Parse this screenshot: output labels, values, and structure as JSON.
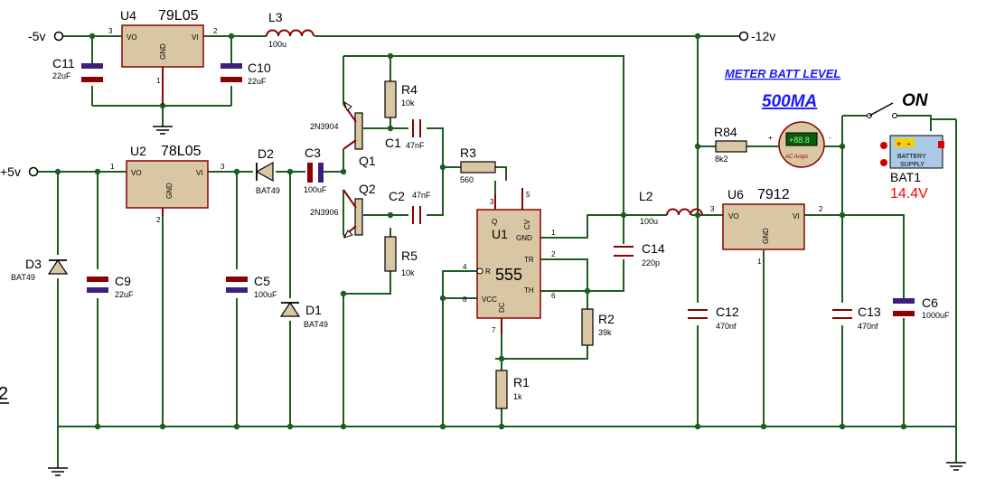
{
  "power": {
    "neg5": "-5v",
    "neg12": "-12v",
    "pos5": "+5v"
  },
  "regulators": {
    "u4": {
      "ref": "U4",
      "value": "79L05",
      "vo": "VO",
      "vi": "VI",
      "gnd": "GND",
      "pin_vo": "3",
      "pin_vi": "2",
      "pin_gnd": "1"
    },
    "u2": {
      "ref": "U2",
      "value": "78L05",
      "vo": "VO",
      "vi": "VI",
      "gnd": "GND",
      "pin_vo": "1",
      "pin_vi": "3",
      "pin_gnd": "2"
    },
    "u6": {
      "ref": "U6",
      "value": "7912",
      "vo": "VO",
      "vi": "VI",
      "gnd": "GND",
      "pin_vo": "3",
      "pin_vi": "2",
      "pin_gnd": "1"
    }
  },
  "timer": {
    "ref": "U1",
    "value": "555",
    "q": "Q",
    "cv": "CV",
    "gnd": "GND",
    "tr": "TR",
    "th": "TH",
    "r": "R",
    "vcc": "VCC",
    "dc": "DC",
    "pin_q": "3",
    "pin_cv": "5",
    "pin_gnd": "1",
    "pin_tr": "2",
    "pin_th": "6",
    "pin_r": "4",
    "pin_vcc": "8",
    "pin_dc": "7"
  },
  "inductors": {
    "l3": {
      "ref": "L3",
      "value": "100u"
    },
    "l2": {
      "ref": "L2",
      "value": "100u"
    }
  },
  "capacitors": {
    "c11": {
      "ref": "C11",
      "value": "22uF"
    },
    "c10": {
      "ref": "C10",
      "value": "22uF"
    },
    "c9": {
      "ref": "C9",
      "value": "22uF"
    },
    "c5": {
      "ref": "C5",
      "value": "100uF"
    },
    "c3": {
      "ref": "C3",
      "value": "100uF"
    },
    "c1": {
      "ref": "C1",
      "value": "47nF"
    },
    "c2": {
      "ref": "C2",
      "value": "47nF"
    },
    "c14": {
      "ref": "C14",
      "value": "220p"
    },
    "c12": {
      "ref": "C12",
      "value": "470nf"
    },
    "c13": {
      "ref": "C13",
      "value": "470nf"
    },
    "c6": {
      "ref": "C6",
      "value": "1000uF"
    }
  },
  "resistors": {
    "r4": {
      "ref": "R4",
      "value": "10k"
    },
    "r5": {
      "ref": "R5",
      "value": "10k"
    },
    "r3": {
      "ref": "R3",
      "value": "560"
    },
    "r2": {
      "ref": "R2",
      "value": "39k"
    },
    "r1": {
      "ref": "R1",
      "value": "1k"
    },
    "r84": {
      "ref": "R84",
      "value": "8k2"
    }
  },
  "diodes": {
    "d2": {
      "ref": "D2",
      "value": "BAT49"
    },
    "d1": {
      "ref": "D1",
      "value": "BAT49"
    },
    "d3": {
      "ref": "D3",
      "value": "BAT49"
    }
  },
  "transistors": {
    "q1": {
      "ref": "Q1",
      "value": "2N3904"
    },
    "q2": {
      "ref": "Q2",
      "value": "2N3906"
    }
  },
  "meter": {
    "heading": "METER BATT LEVEL",
    "current": "500MA",
    "display": "+88.8",
    "unit": "AC Amps",
    "plus": "+",
    "minus": "-"
  },
  "switch": {
    "label": "ON"
  },
  "battery": {
    "ref": "BAT1",
    "voltage": "14.4V",
    "line1": "BATTERY",
    "line2": "SUPPLY",
    "plus": "+",
    "minus": "-"
  },
  "edge_text": "2",
  "colors": {
    "wire": "#1b5e20",
    "component": "#8b0000",
    "body": "#d9c6a3",
    "cap_plate": "#3f1f7a",
    "heading": "#1a1aff",
    "voltage": "#ff0000"
  }
}
